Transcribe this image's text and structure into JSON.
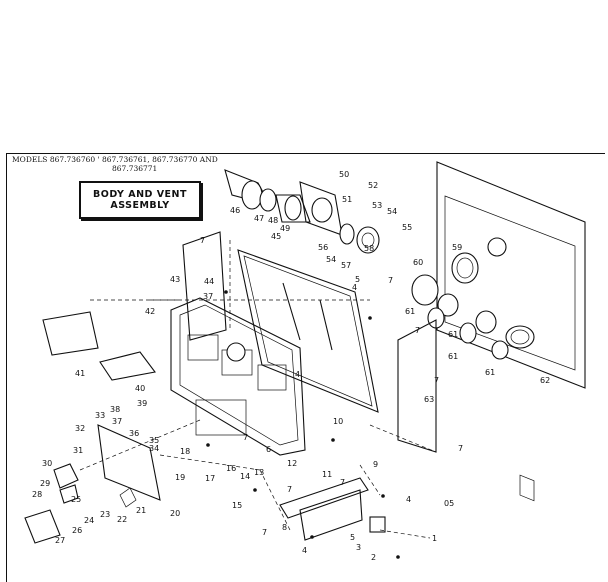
{
  "header": {
    "models_line1": "MODELS 867.736760 ' 867.736761, 867.736770 AND",
    "models_line2": "867.736771"
  },
  "title": {
    "line1": "BODY AND VENT",
    "line2": "ASSEMBLY"
  },
  "footer_code": "05",
  "callouts": [
    "1",
    "2",
    "3",
    "4",
    "4",
    "4",
    "4",
    "5",
    "5",
    "6",
    "7",
    "7",
    "7",
    "7",
    "7",
    "7",
    "7",
    "7",
    "7",
    "8",
    "9",
    "10",
    "11",
    "12",
    "13",
    "14",
    "15",
    "16",
    "17",
    "18",
    "19",
    "20",
    "21",
    "22",
    "23",
    "24",
    "25",
    "26",
    "27",
    "28",
    "29",
    "30",
    "31",
    "32",
    "33",
    "34",
    "35",
    "36",
    "37",
    "37",
    "38",
    "39",
    "40",
    "41",
    "42",
    "43",
    "44",
    "45",
    "46",
    "47",
    "48",
    "49",
    "50",
    "51",
    "52",
    "53",
    "54",
    "54",
    "55",
    "56",
    "57",
    "58",
    "59",
    "60",
    "61",
    "61",
    "61",
    "61",
    "62",
    "63"
  ]
}
